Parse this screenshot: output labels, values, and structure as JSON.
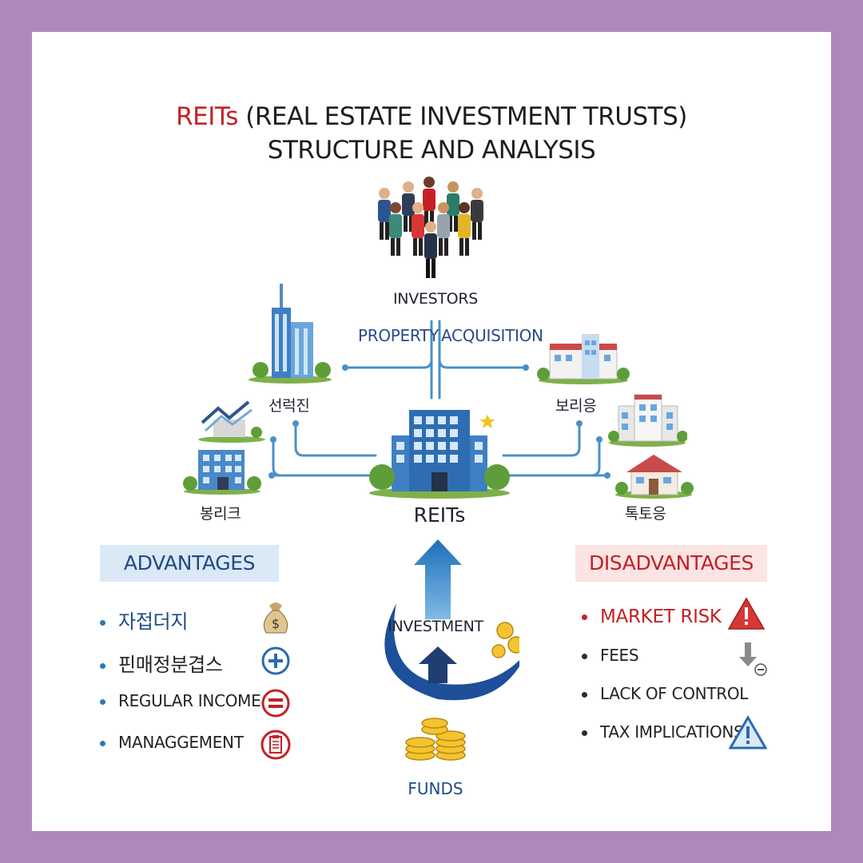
{
  "title": {
    "accent": "REITs",
    "line1_rest": " (REAL ESTATE INVESTMENT TRUSTS)",
    "line2": "STRUCTURE AND ANALYSIS"
  },
  "diagram": {
    "investors_label": "INVESTORS",
    "flow_left_label": "PROPERTY",
    "flow_right_label": "ACQUISITION",
    "center_label": "REITs",
    "properties": [
      {
        "label": "선럭진",
        "icon": "skyscraper-icon"
      },
      {
        "label": "보리응",
        "icon": "hospital-building-icon"
      },
      {
        "label": "봉리크",
        "icon": "apartment-building-icon"
      },
      {
        "label": "톡토응",
        "icon": "house-icon"
      },
      {
        "label": "",
        "icon": "growth-chart-icon"
      },
      {
        "label": "",
        "icon": "office-block-icon"
      }
    ],
    "investment_label": "INVESTMENT",
    "funds_label": "FUNDS"
  },
  "advantages": {
    "header": "ADVANTAGES",
    "items": [
      {
        "text": "자접더지",
        "icon": "money-bag-icon"
      },
      {
        "text": "핀매정분겹스",
        "icon": "plus-circle-icon"
      },
      {
        "text": "REGULAR INCOME",
        "icon": "equals-circle-icon"
      },
      {
        "text": "MANAGGEMENT",
        "icon": "clipboard-icon"
      }
    ]
  },
  "disadvantages": {
    "header": "DISADVANTAGES",
    "items": [
      {
        "text": "MARKET RISK",
        "icon": "warning-red-icon"
      },
      {
        "text": "FEES",
        "icon": "arrow-down-minus-icon"
      },
      {
        "text": "LACK OF CONTROL",
        "icon": ""
      },
      {
        "text": "TAX IMPLICATIONS",
        "icon": "warning-blue-icon"
      }
    ]
  },
  "colors": {
    "frame": "#ad89bb",
    "accent_red": "#c42124",
    "accent_blue": "#204b86",
    "connector_blue": "#4a90c8"
  }
}
